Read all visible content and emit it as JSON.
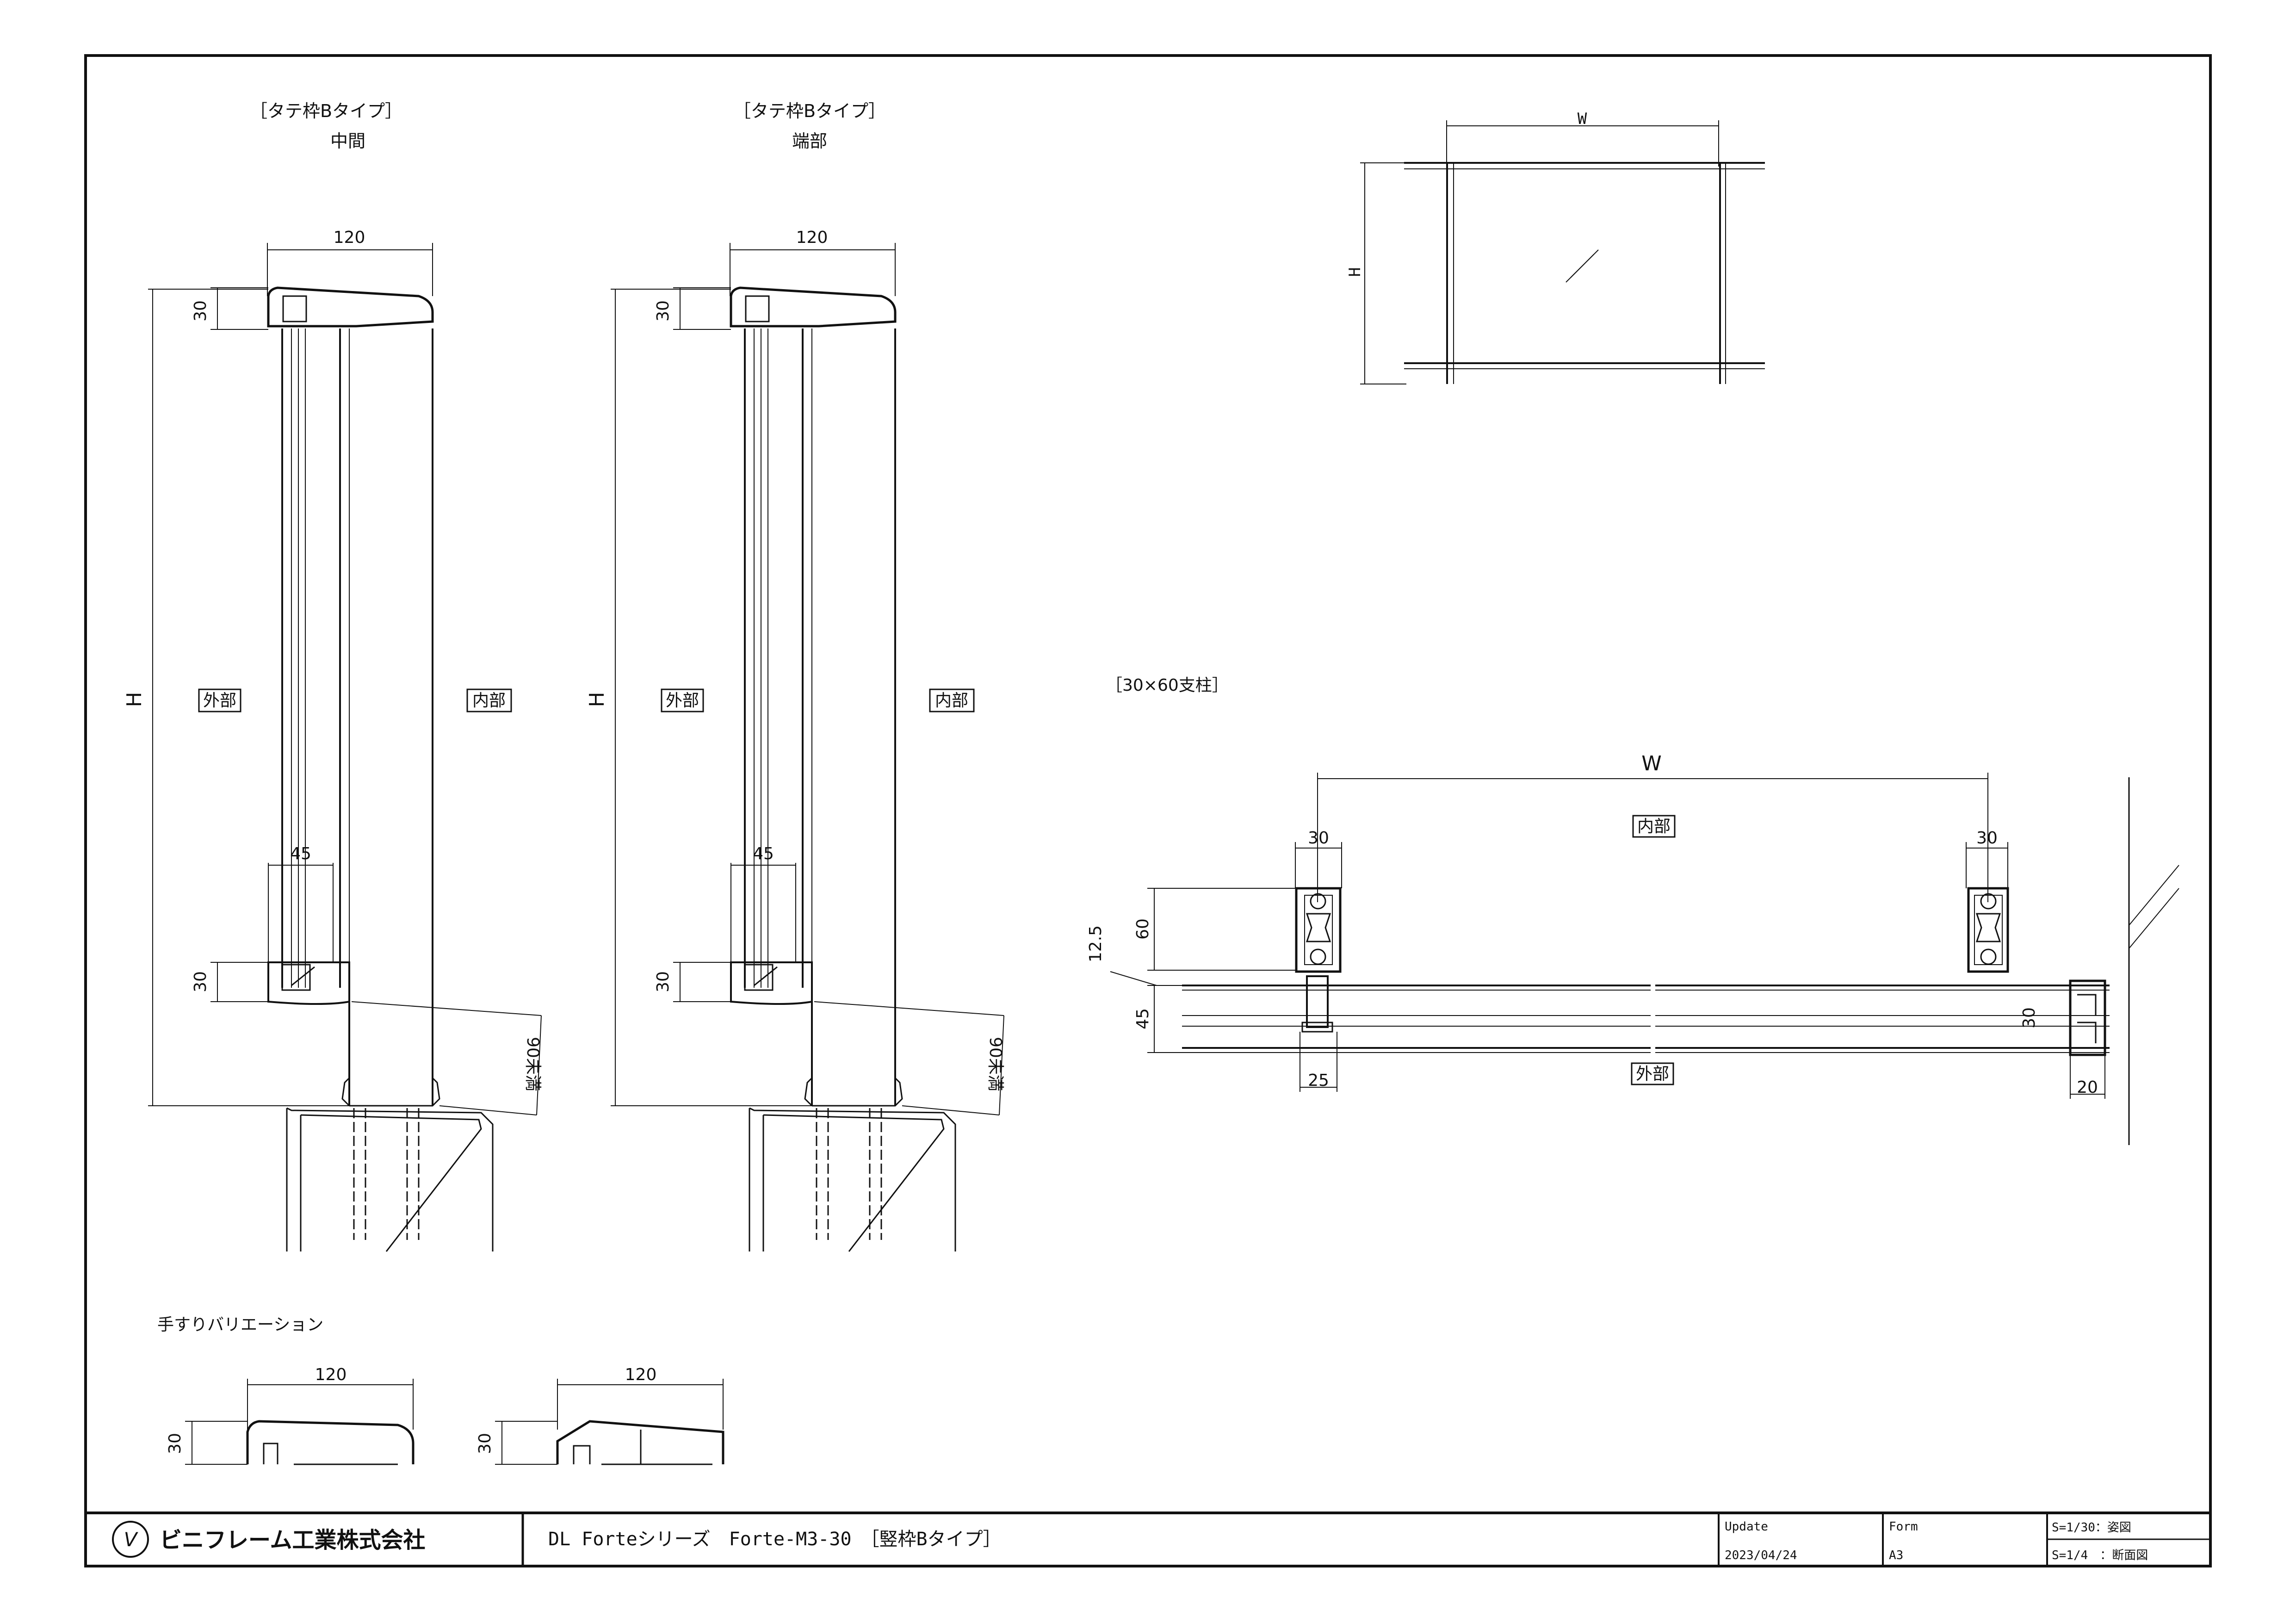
{
  "views": {
    "middle": {
      "heading": "［タテ枠Bタイプ］",
      "subheading": "中間"
    },
    "end": {
      "heading": "［タテ枠Bタイプ］",
      "subheading": "端部"
    },
    "post_section": {
      "heading": "［30×60支柱］"
    },
    "handrail": {
      "heading": "手すりバリエーション"
    }
  },
  "labels": {
    "exterior": "外部",
    "interior": "内部"
  },
  "dims": {
    "width_120": "120",
    "d30": "30",
    "d45": "45",
    "h": "H",
    "w": "W",
    "under90": "90未満",
    "d60": "60",
    "d12_5": "12.5",
    "d25": "25",
    "d20": "20"
  },
  "title_block": {
    "company": "ビニフレーム工業株式会社",
    "title": "DL Forteシリーズ　Forte-M3-30　［竪枠Bタイプ］",
    "update_label": "Update",
    "update_value": "2023/04/24",
    "form_label": "Form",
    "form_value": "A3",
    "scale1": "S=1/30：姿図",
    "scale2": "S=1/4　：断面図"
  }
}
